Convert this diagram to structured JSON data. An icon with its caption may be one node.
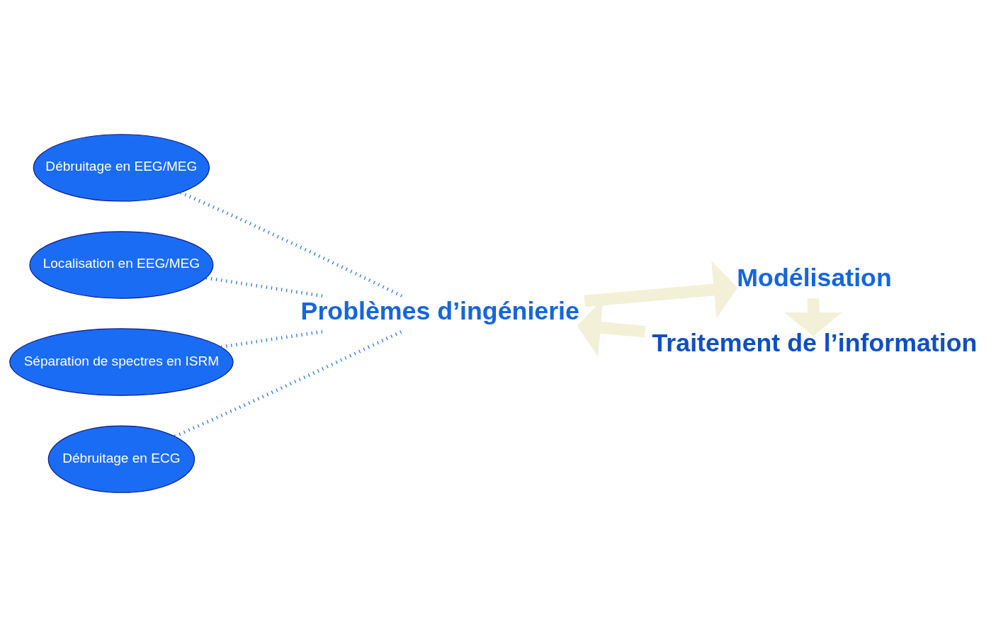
{
  "diagram": {
    "nodes": [
      {
        "text": [
          "Débruitage en EEG/MEG"
        ]
      },
      {
        "text": [
          "Localisation en EEG/MEG"
        ]
      },
      {
        "text": [
          "Problèmes d’ingénierie"
        ]
      },
      {
        "text": [
          "Modélisation"
        ]
      },
      {
        "text": [
          "Séparation de spectres en ISRM"
        ]
      },
      {
        "text": [
          "Débruitage en ECG"
        ]
      },
      {
        "text": [
          "Traitement de l’information"
        ]
      }
    ],
    "edges": [
      {
        "from": 2,
        "to": 3,
        "arrow": "to",
        "style": "thick",
        "color": "#f3f0d8"
      },
      {
        "from": 3,
        "to": 6,
        "arrow": "to",
        "style": "thick",
        "color": "#f3f0d8"
      },
      {
        "from": 6,
        "to": 2,
        "arrow": "to",
        "style": "thick",
        "color": "#f3f0d8"
      },
      {
        "from": 0,
        "to": 2,
        "arrow": "none",
        "style": "dashed",
        "color": "#1a6cf5"
      },
      {
        "from": 1,
        "to": 2,
        "arrow": "none",
        "style": "dashed",
        "color": "#1a6cf5"
      },
      {
        "from": 4,
        "to": 2,
        "arrow": "none",
        "style": "dashed",
        "color": "#1a6cf5"
      },
      {
        "from": 5,
        "to": 2,
        "arrow": "none",
        "style": "dashed",
        "color": "#1a6cf5"
      }
    ]
  }
}
